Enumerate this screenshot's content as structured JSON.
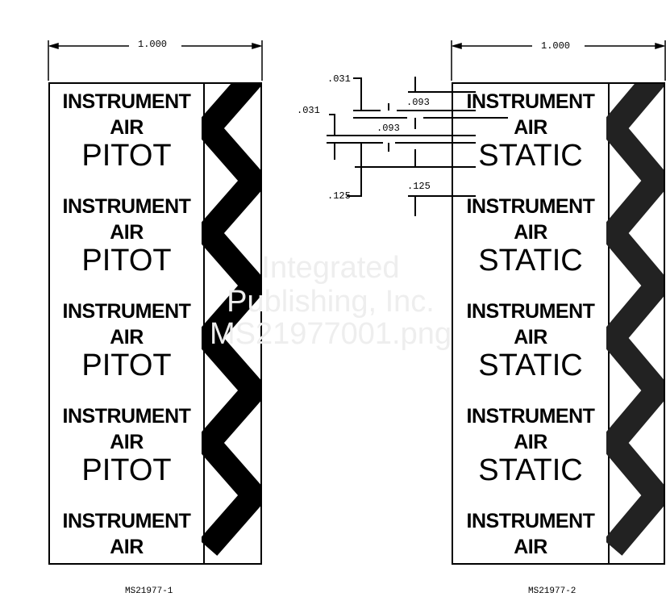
{
  "left": {
    "width_dim": "1.000",
    "labels": [
      [
        "INSTRUMENT",
        "AIR",
        "PITOT"
      ],
      [
        "INSTRUMENT",
        "AIR",
        "PITOT"
      ],
      [
        "INSTRUMENT",
        "AIR",
        "PITOT"
      ],
      [
        "INSTRUMENT",
        "AIR",
        "PITOT"
      ],
      [
        "INSTRUMENT",
        "AIR",
        ""
      ]
    ],
    "caption": "MS21977-1"
  },
  "right": {
    "width_dim": "1.000",
    "labels": [
      [
        "INSTRUMENT",
        "AIR",
        "STATIC"
      ],
      [
        "INSTRUMENT",
        "AIR",
        "STATIC"
      ],
      [
        "INSTRUMENT",
        "AIR",
        "STATIC"
      ],
      [
        "INSTRUMENT",
        "AIR",
        "STATIC"
      ],
      [
        "INSTRUMENT",
        "AIR",
        ""
      ]
    ],
    "caption": "MS21977-2"
  },
  "dims": {
    "d1": ".031",
    "d2": ".031",
    "d3": ".093",
    "d4": ".093",
    "d5": ".125",
    "d6": ".125"
  },
  "watermark": [
    "Integrated",
    "Publishing, Inc.",
    "MS21977001.png"
  ]
}
